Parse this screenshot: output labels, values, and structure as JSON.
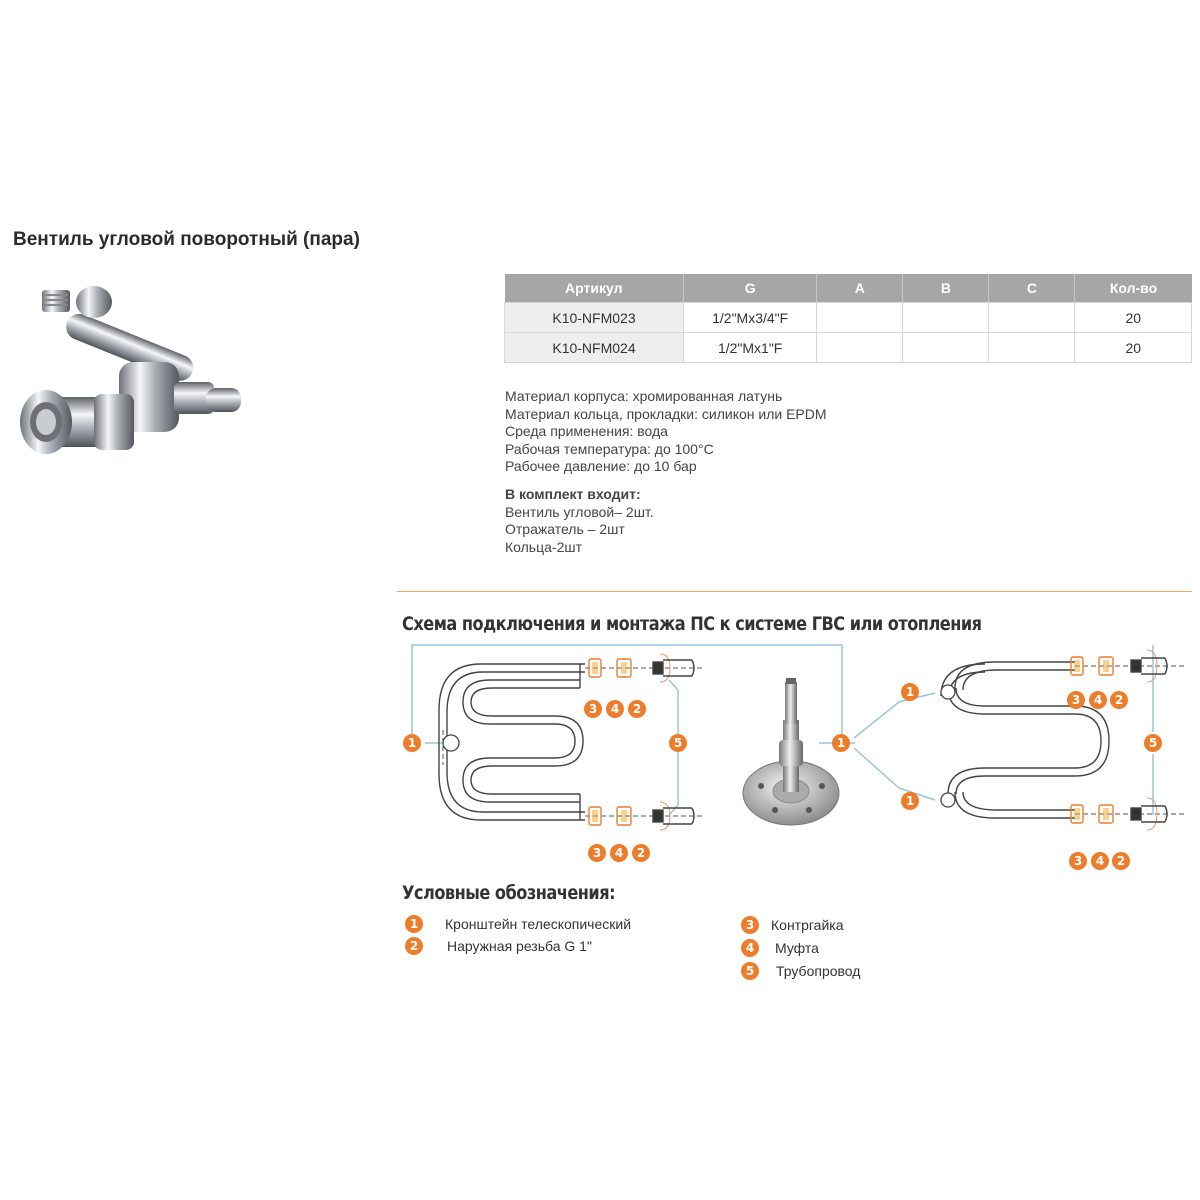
{
  "title": "Вентиль угловой поворотный (пара)",
  "table": {
    "headers": [
      "Артикул",
      "G",
      "A",
      "B",
      "C",
      "Кол-во"
    ],
    "rows": [
      [
        "K10-NFM023",
        "1/2\"Mx3/4\"F",
        "",
        "",
        "",
        "20"
      ],
      [
        "K10-NFM024",
        "1/2\"Mx1\"F",
        "",
        "",
        "",
        "20"
      ]
    ]
  },
  "specs": [
    "Материал корпуса: хромированная латунь",
    "Материал кольца, прокладки: силикон или EPDM",
    "Среда применения: вода",
    "Рабочая температура: до 100°С",
    "Рабочее давление: до 10 бар"
  ],
  "kit": {
    "title": "В комплект входит:",
    "items": [
      "Вентиль угловой– 2шт.",
      "Отражатель – 2шт",
      "Кольца-2шт"
    ]
  },
  "scheme_title": "Схема подключения и монтажа ПС к системе ГВС или отопления",
  "legend": {
    "title": "Условные обозначения:",
    "items": [
      {
        "num": "1",
        "text": "Кронштейн телескопический"
      },
      {
        "num": "2",
        "text": "Наружная резьба G 1\""
      },
      {
        "num": "3",
        "text": "Контргайка"
      },
      {
        "num": "4",
        "text": "Муфта"
      },
      {
        "num": "5",
        "text": "Трубопровод"
      }
    ]
  },
  "diagram_labels": {
    "one": "1",
    "two": "2",
    "three": "3",
    "four": "4",
    "five": "5"
  },
  "colors": {
    "accent": "#ee7d2b",
    "header_gray": "#a6a6a6",
    "divider": "#f0a66a",
    "line_blue": "#9cc3dd"
  }
}
